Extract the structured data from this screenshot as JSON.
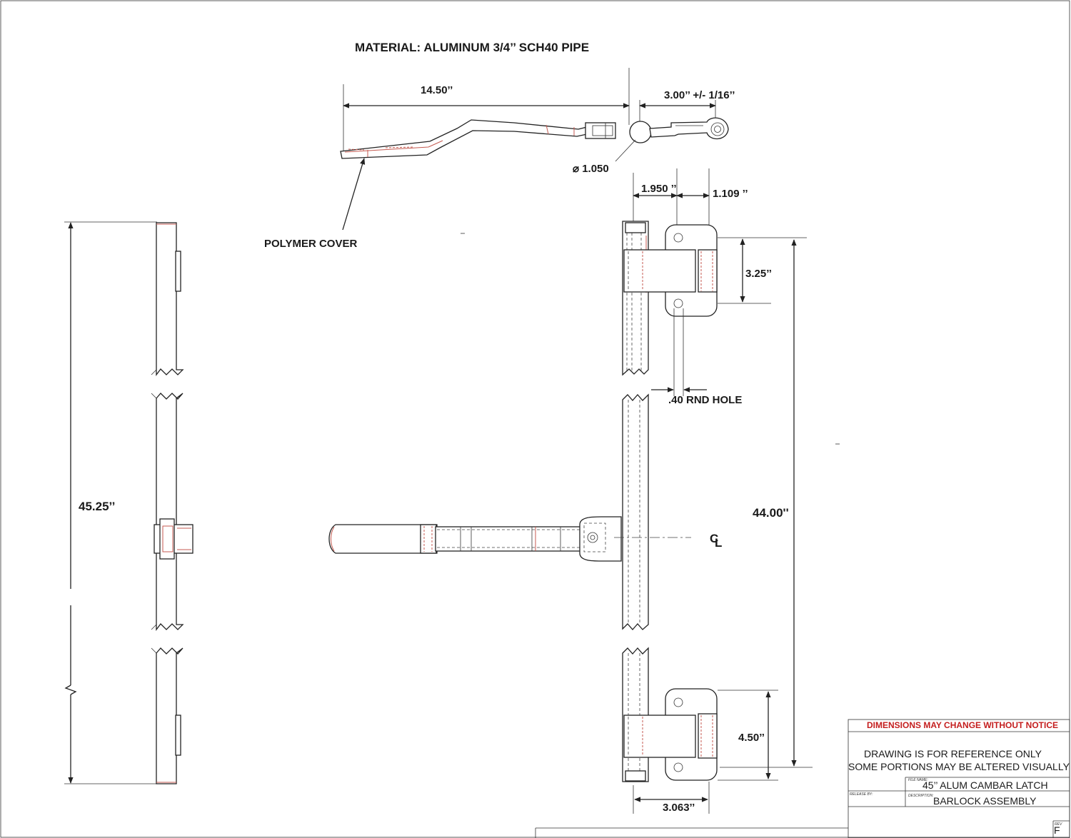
{
  "drawing": {
    "material_note": "MATERIAL: ALUMINUM 3/4’’ SCH40 PIPE",
    "dimensions": {
      "handle_length": "14.50’’",
      "hinge_offset": "3.00’’ +/- 1/16’’",
      "pipe_diameter": "⌀ 1.050",
      "bracket_offset": "1.950 ’’",
      "bracket_width": "1.109 ’’",
      "hole_spacing_top": "3.25’’",
      "hole_size": ".40 RND HOLE",
      "keeper_spacing": "44.00''",
      "hole_spacing_bottom": "4.50’’",
      "bottom_bracket_width": "3.063’’",
      "overall_length": "45.25’’"
    },
    "labels": {
      "polymer_cover": "POLYMER COVER",
      "centerline": "CL"
    }
  },
  "title_block": {
    "warning": "DIMENSIONS MAY CHANGE WITHOUT NOTICE",
    "note_line_1": "DRAWING IS FOR REFERENCE ONLY",
    "note_line_2": "SOME PORTIONS MAY BE ALTERED VISUALLY",
    "file_name_label": "FILE NAME:",
    "file_name": "45’’ ALUM  CAMBAR LATCH",
    "release_label": "RELEASE BY:",
    "description_label": "DESCRIPTION:",
    "description": "BARLOCK ASSEMBLY",
    "rev_label": "REV",
    "rev": "F"
  }
}
